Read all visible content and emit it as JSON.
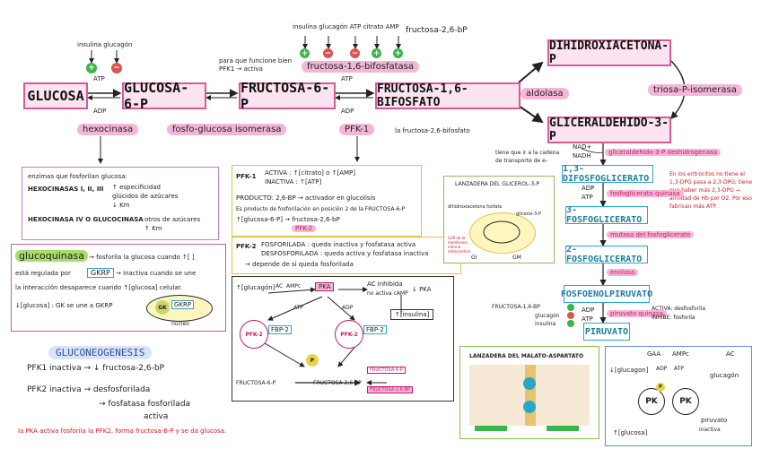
{
  "main": {
    "glucosa": "GLUCOSA",
    "glucosa6p": "GLUCOSA-6-P",
    "fructosa6p": "FRUCTOSA-6-P",
    "fructosa16": "FRUCTOSA-1,6-BIFOSFATO",
    "dihidroxi": "DIHIDROXIACETONA-P",
    "gliceraldehido": "GLICERALDEHIDO-3-P"
  },
  "enzymes": {
    "hexocinasa": "hexocinasa",
    "fosfoglucosa": "fosfo-glucosa isomerasa",
    "pfk1": "PFK-1",
    "aldolasa": "aldolasa",
    "triosa": "triosa-P-isomerasa",
    "fructosa16bifosfatasa": "fructosa-1,6-bifosfatasa"
  },
  "annotations": {
    "insulina_glucagon_left": "insulina glucagón",
    "atp_adp_1": "ATP",
    "adp_1": "ADP",
    "atp_adp_2": "ATP",
    "adp_2": "ADP",
    "pfk_note": "para que funcione bien PFK1 → activa",
    "top_effectors": "insulina glucagón ATP citrato AMP",
    "fructosa26bp": "fructosa-2,6-bP",
    "la_fructosa_26": "la fructosa-2,6-bifosfato",
    "nadh_note": "tiene que ir a la cadena de transporte de e-",
    "nad": "NAD+",
    "nadh": "NADH",
    "gliceraldehido_deshidrogenasa": "gliceraldehido-3-P deshidrogenasa",
    "red_right_note": "En los eritrocitos no tiene el 1,3-DPG pasa a 2,3-DPG; tiene que haber más 2,3-DPG → afinidad de Hb por O2. Por eso fabrican más ATP."
  },
  "steps": {
    "s1": "1,3-DIFOSFOGLICERATO",
    "s2": "3-FOSFOGLICERATO",
    "s3": "2-FOSFOGLICERATO",
    "s4": "FOSFOENOLPIRUVATO",
    "s5": "PIRUVATO",
    "e1": "fosfoglicerato quinasa",
    "e2": "mutasa del fosfoglicerato",
    "e3": "enolasa",
    "e4": "piruvato quinasa",
    "adp": "ADP",
    "atp": "ATP",
    "activa": "ACTIVA: desfosforila",
    "inhibe": "INHIBE: fosforila",
    "fructosa16bp": "FRUCTOSA-1,6-BP",
    "glucagon": "glucagón",
    "insulina": "insulina"
  },
  "panel_hexo": {
    "l1": "enzimas que fosforilan glucosa:",
    "l2": "HEXOCINASAS I, II, III",
    "l2b": "↑ especificidad",
    "l2c": "glúcidos de azúcares",
    "l2d": "↓ Km",
    "l3": "HEXOCINASA IV O GLUCOCINASA",
    "l3b": "otros de azúcares",
    "l3c": "↑ Km"
  },
  "panel_gluco": {
    "title": "glucoquinasa",
    "l1": "→ fosforila la glucosa cuando ↑[ ]",
    "l2a": "está regulada por",
    "gkrp": "GKRP",
    "l2b": "→ inactiva cuando se une",
    "l3": "la interacción desaparece cuando ↑[glucosa] celular.",
    "l4": "↓[glucosa] : GK se une a GKRP",
    "gk": "GK",
    "gkrp2": "GKRP",
    "nucleo": "núcleo"
  },
  "panel_pfk": {
    "pfk1": "PFK-1",
    "activa": "ACTIVA : ↑[citrato] o ↑[AMP]",
    "inactiva": "INACTIVA : ↑[ATP]",
    "producto": "PRODUCTO: 2,6-BP → activador en glucolisis",
    "l3": "Es producto de fosforilación en posición 2 de la FRUCTOSA-6-P",
    "l4": "↑[glucosa-6-P] → fructosa-2,6-bP",
    "pfk2": "PFK-2",
    "pfk2b": "PFK-2",
    "fosforilada": "FOSFORILADA : queda inactiva y fosfatasa activa",
    "desfosforilada": "DESFOSFORILADA : queda activa y fosfatasa inactiva",
    "depende": "→ depende de si queda fosforilada"
  },
  "panel_reg": {
    "glucagon": "↑[glucagón]",
    "ac": "AC",
    "amp": "AMPc",
    "pka": "PKA",
    "pfk2": "PFK-2",
    "fbp2": "FBP-2",
    "fructosa6p": "FRUCTOSA-6-P",
    "fructosa26": "FRUCTOSA-2,6-BP",
    "insulina": "↑[insulina]",
    "ac_note": "AC inhibida",
    "no_activa": "no activa cAMP",
    "pka_note": "↓ PKA",
    "fructosa_p": "FRUCTOSA-6-P",
    "fructosa_sinp": "FRUCTOSA-2,6-BP",
    "atp": "ATP",
    "adp": "ADP"
  },
  "panel_glicerol": {
    "title": "LANZADERA DEL GLICEROL-3-P",
    "dha": "dihidroxiacetona fosfato",
    "g3p": "glicerol-3-P",
    "gi": "GI",
    "gm": "GM",
    "note": "G3P de la membrana interna mitocondrial"
  },
  "panel_malato": {
    "title": "LANZADERA DEL MALATO-ASPARTATO"
  },
  "panel_bottomright": {
    "gaa": "GAA",
    "amp": "AMPc",
    "ac": "AC",
    "glucagon": "↓[glucagon]",
    "glucagon2": "glucagón",
    "adp": "ADP",
    "atp": "ATP",
    "pk": "PK",
    "pk2": "PK",
    "piruvato": "piruvato",
    "glucosa": "↑[glucosa]",
    "fosforilada": "inactiva"
  },
  "gluconeo": {
    "title": "GLUCONEOGENESIS",
    "l1": "PFK1 inactiva → ↓ fructosa-2,6-bP",
    "l2": "PFK2 inactiva → desfosforilada",
    "l3": "→ fosfatasa fosforilada",
    "l3b": "activa",
    "red": "la PKA activa fosforila la PFK2, forma fructosa-6-P y se da glucosa."
  }
}
